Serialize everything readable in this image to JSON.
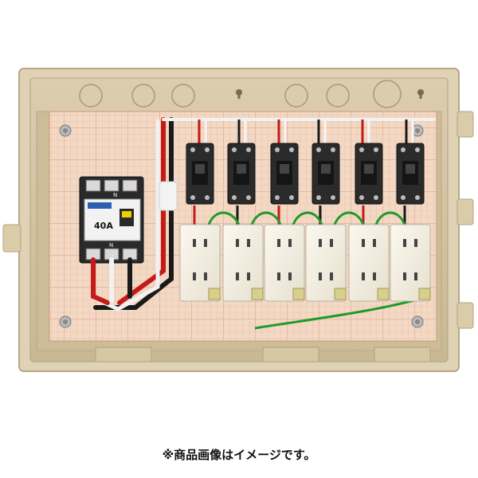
{
  "product": {
    "breaker": {
      "rating": "40",
      "unit": "A",
      "terminal_top": "N",
      "terminal_bottom": "N"
    },
    "switches": [
      {
        "id": "sw1"
      },
      {
        "id": "sw2"
      },
      {
        "id": "sw3"
      },
      {
        "id": "sw4"
      },
      {
        "id": "sw5"
      },
      {
        "id": "sw6"
      }
    ],
    "outlets": [
      {
        "id": "o1"
      },
      {
        "id": "o2"
      },
      {
        "id": "o3"
      },
      {
        "id": "o4"
      },
      {
        "id": "o5"
      },
      {
        "id": "o6"
      }
    ]
  },
  "caption": "※商品画像はイメージです。"
}
